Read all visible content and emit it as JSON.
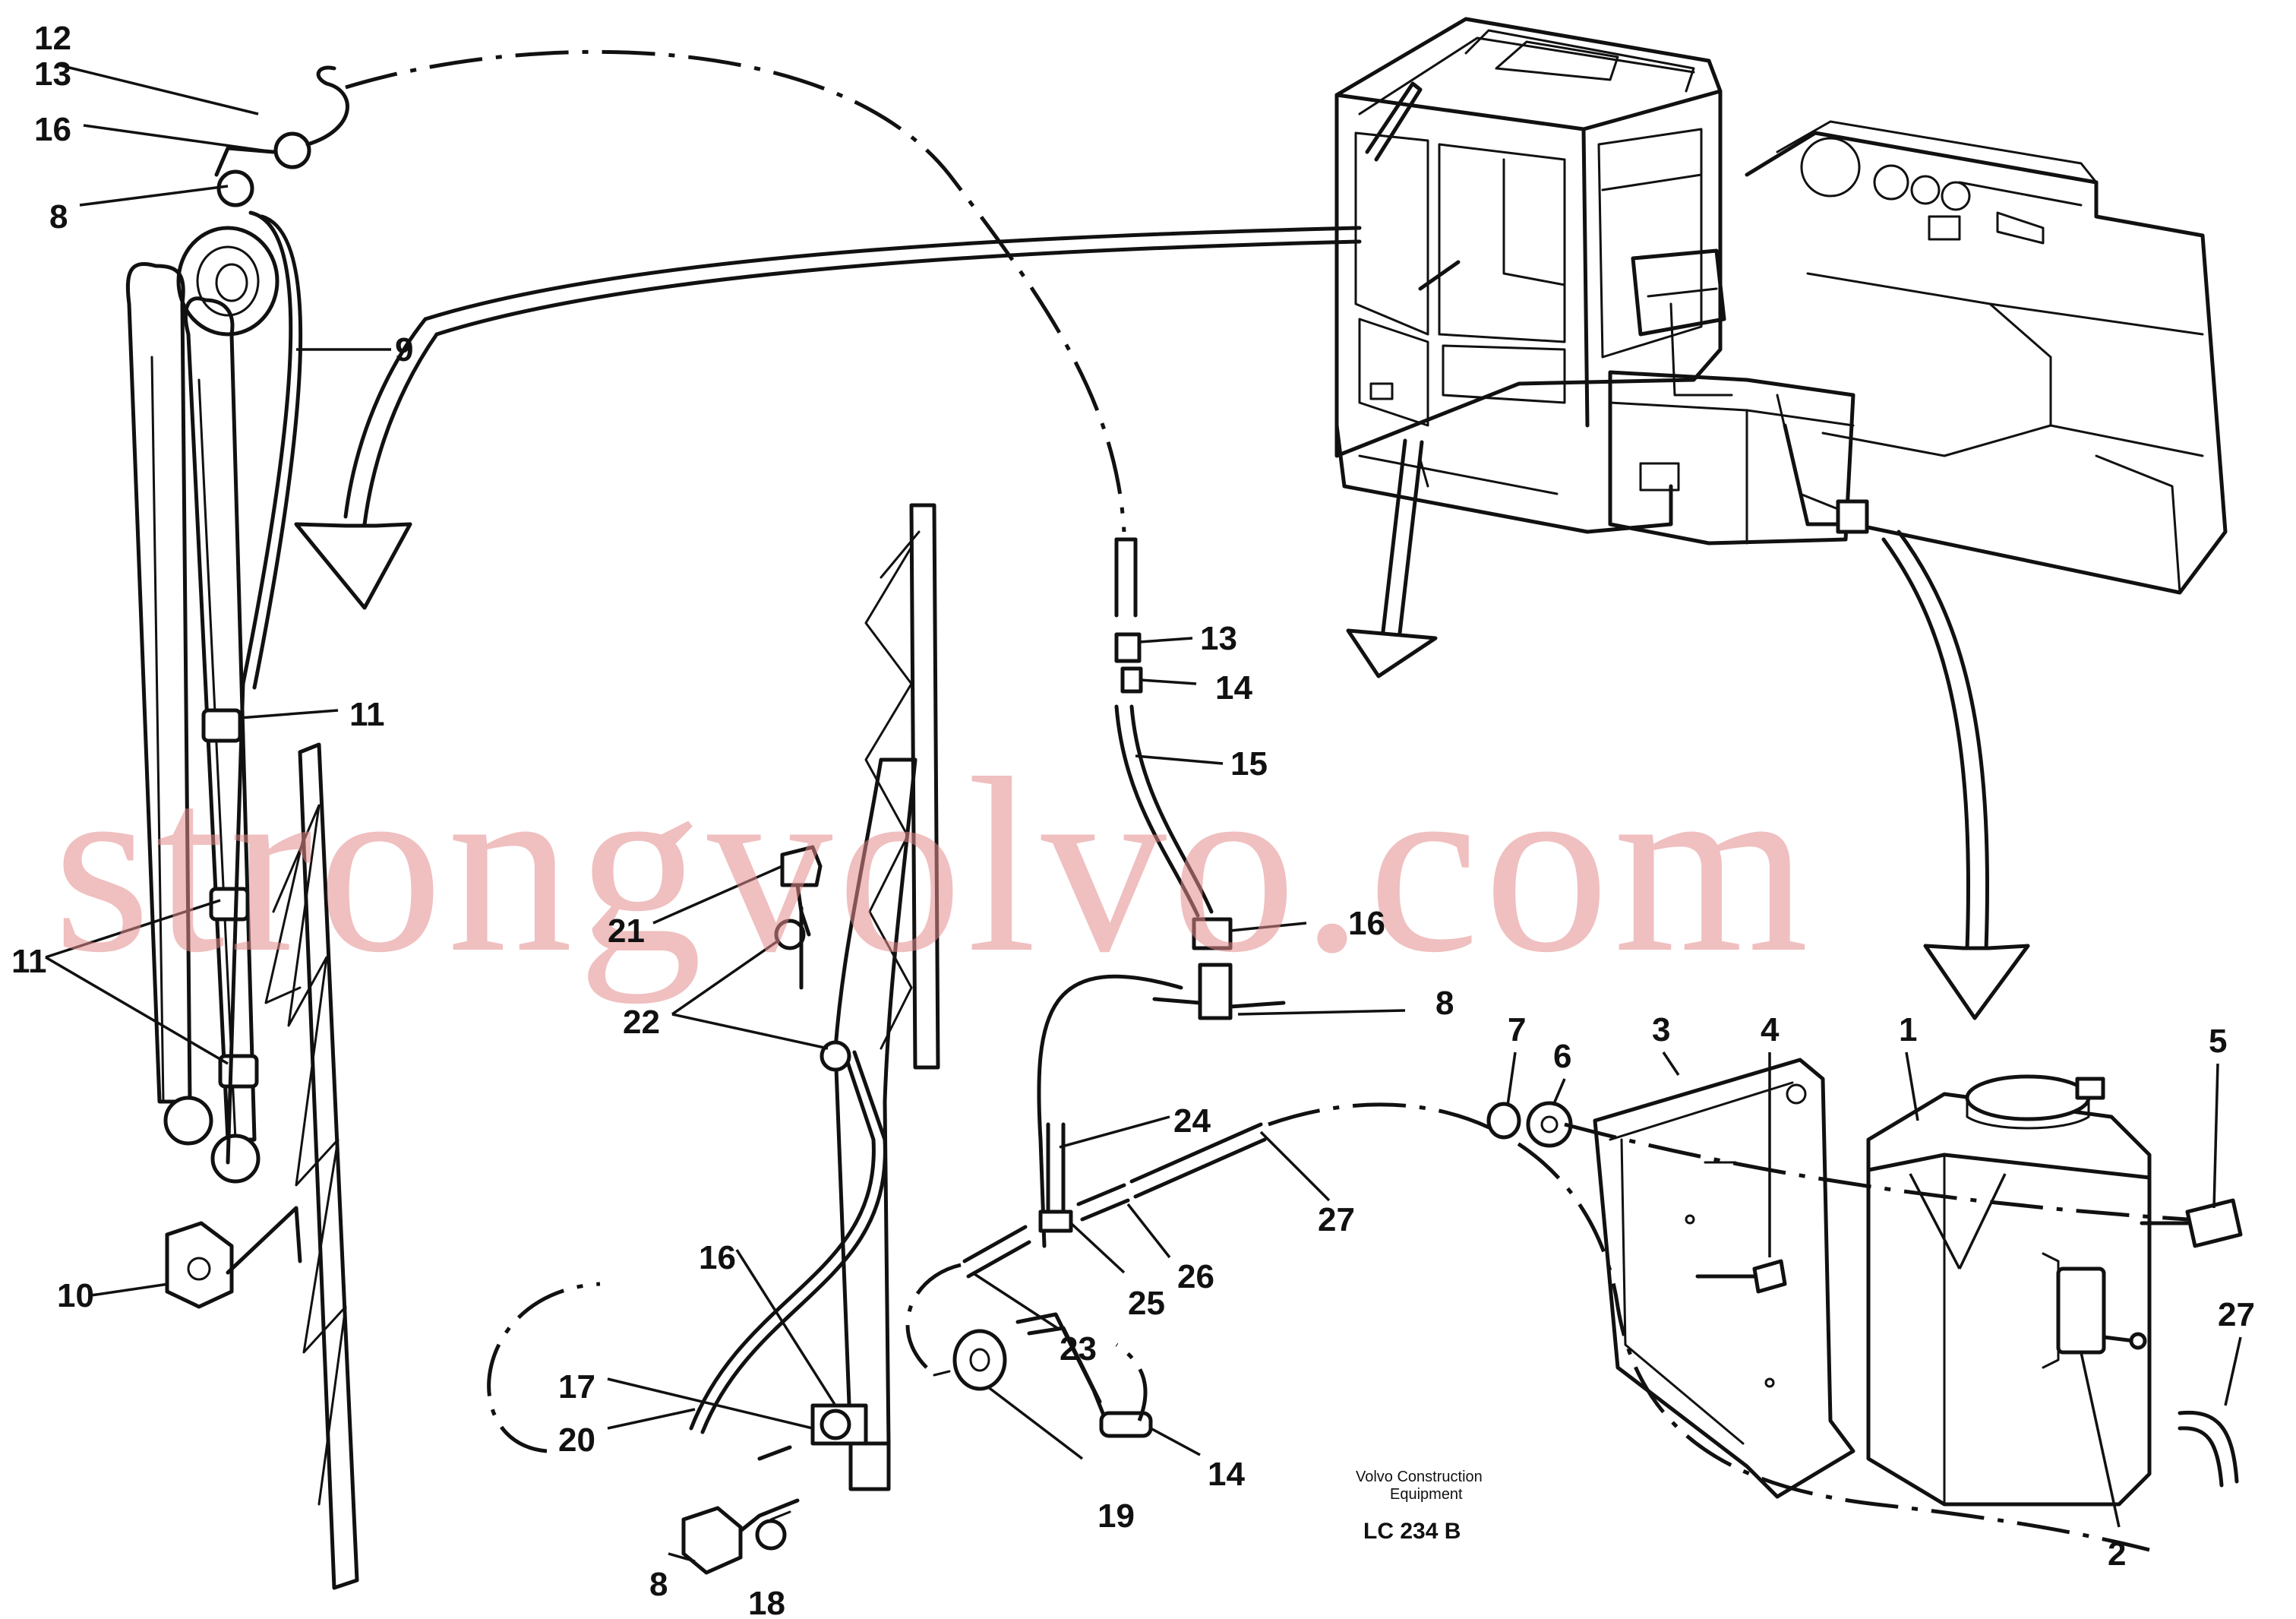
{
  "figure": {
    "watermark": "strongvolvo.com",
    "credit_line1": "Volvo Construction",
    "credit_line2": "Equipment",
    "figure_code": "LC 234 B"
  },
  "callouts": [
    {
      "id": "c12a",
      "label": "12"
    },
    {
      "id": "c13a",
      "label": "13"
    },
    {
      "id": "c16a",
      "label": "16"
    },
    {
      "id": "c8a",
      "label": "8"
    },
    {
      "id": "c9",
      "label": "9"
    },
    {
      "id": "c11a",
      "label": "11"
    },
    {
      "id": "c11b",
      "label": "11"
    },
    {
      "id": "c10",
      "label": "10"
    },
    {
      "id": "c13b",
      "label": "13"
    },
    {
      "id": "c14a",
      "label": "14"
    },
    {
      "id": "c15",
      "label": "15"
    },
    {
      "id": "c16b",
      "label": "16"
    },
    {
      "id": "c8b",
      "label": "8"
    },
    {
      "id": "c21",
      "label": "21"
    },
    {
      "id": "c22",
      "label": "22"
    },
    {
      "id": "c24",
      "label": "24"
    },
    {
      "id": "c27a",
      "label": "27"
    },
    {
      "id": "c26",
      "label": "26"
    },
    {
      "id": "c25",
      "label": "25"
    },
    {
      "id": "c23",
      "label": "23"
    },
    {
      "id": "c16c",
      "label": "16"
    },
    {
      "id": "c17",
      "label": "17"
    },
    {
      "id": "c20",
      "label": "20"
    },
    {
      "id": "c8c",
      "label": "8"
    },
    {
      "id": "c18",
      "label": "18"
    },
    {
      "id": "c19",
      "label": "19"
    },
    {
      "id": "c14b",
      "label": "14"
    },
    {
      "id": "c7",
      "label": "7"
    },
    {
      "id": "c6",
      "label": "6"
    },
    {
      "id": "c3",
      "label": "3"
    },
    {
      "id": "c4",
      "label": "4"
    },
    {
      "id": "c1",
      "label": "1"
    },
    {
      "id": "c5",
      "label": "5"
    },
    {
      "id": "c27b",
      "label": "27"
    },
    {
      "id": "c2",
      "label": "2"
    }
  ]
}
